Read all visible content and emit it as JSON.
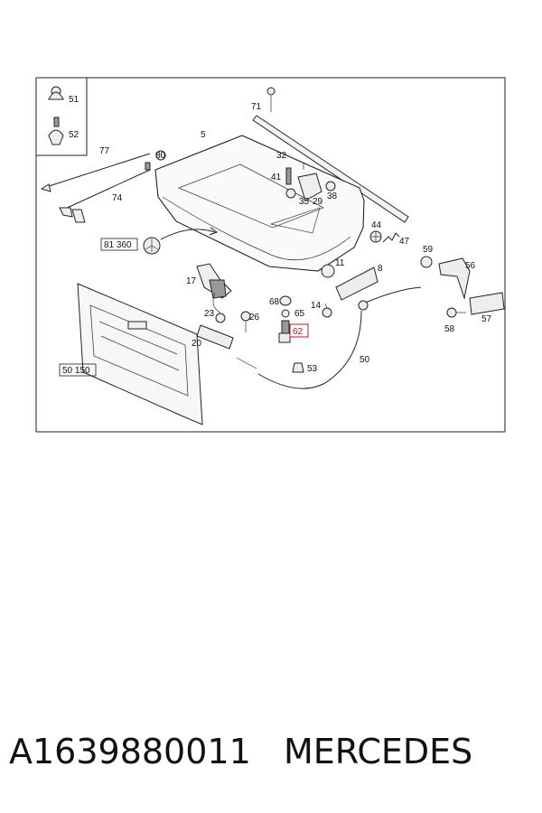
{
  "diagram": {
    "callouts": {
      "c51": "51",
      "c52": "52",
      "c71": "71",
      "c77": "77",
      "c80": "80",
      "c74": "74",
      "c5": "5",
      "c32": "32",
      "c41": "41",
      "c35": "35",
      "c29": "29",
      "c38": "38",
      "c44": "44",
      "c47": "47",
      "c59": "59",
      "c56": "56",
      "c11": "11",
      "c8": "8",
      "c17": "17",
      "c68": "68",
      "c14": "14",
      "c65": "65",
      "c23": "23",
      "c26": "26",
      "c20": "20",
      "c50": "50",
      "c53": "53",
      "c57": "57",
      "c58": "58"
    },
    "highlighted_callout": "62",
    "references": {
      "r1": "81 360",
      "r2": "50 150"
    },
    "highlight_color": "#c0152b"
  },
  "footer": {
    "part_number": "A1639880011",
    "brand": "MERCEDES"
  }
}
